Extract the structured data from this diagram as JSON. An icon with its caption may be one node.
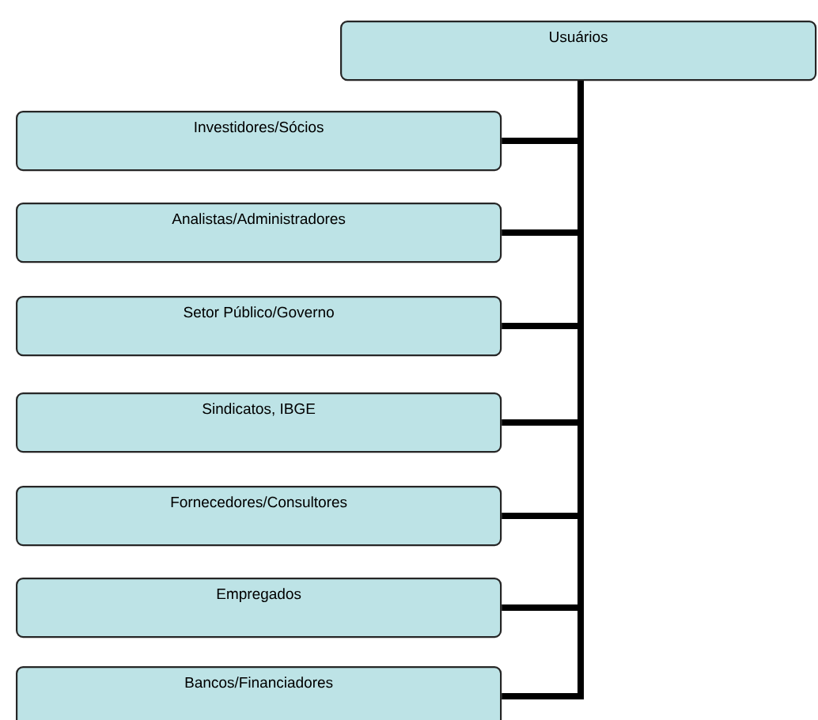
{
  "diagram": {
    "nodes": [
      {
        "text": [
          "Usuários"
        ]
      },
      {
        "text": [
          "Investidores/Sócios"
        ]
      },
      {
        "text": [
          "Analistas/Administradores"
        ]
      },
      {
        "text": [
          "Setor Público/Governo"
        ]
      },
      {
        "text": [
          "Sindicatos, IBGE"
        ]
      },
      {
        "text": [
          "Fornecedores/Consultores"
        ]
      },
      {
        "text": [
          "Empregados"
        ]
      },
      {
        "text": [
          "Bancos/Financiadores"
        ]
      }
    ],
    "edges": [
      {
        "from": 0,
        "to": 1,
        "arrow": "none"
      },
      {
        "from": 0,
        "to": 2,
        "arrow": "none"
      },
      {
        "from": 0,
        "to": 3,
        "arrow": "none"
      },
      {
        "from": 0,
        "to": 4,
        "arrow": "none"
      },
      {
        "from": 0,
        "to": 5,
        "arrow": "none"
      },
      {
        "from": 0,
        "to": 6,
        "arrow": "none"
      },
      {
        "from": 0,
        "to": 7,
        "arrow": "none"
      }
    ]
  }
}
